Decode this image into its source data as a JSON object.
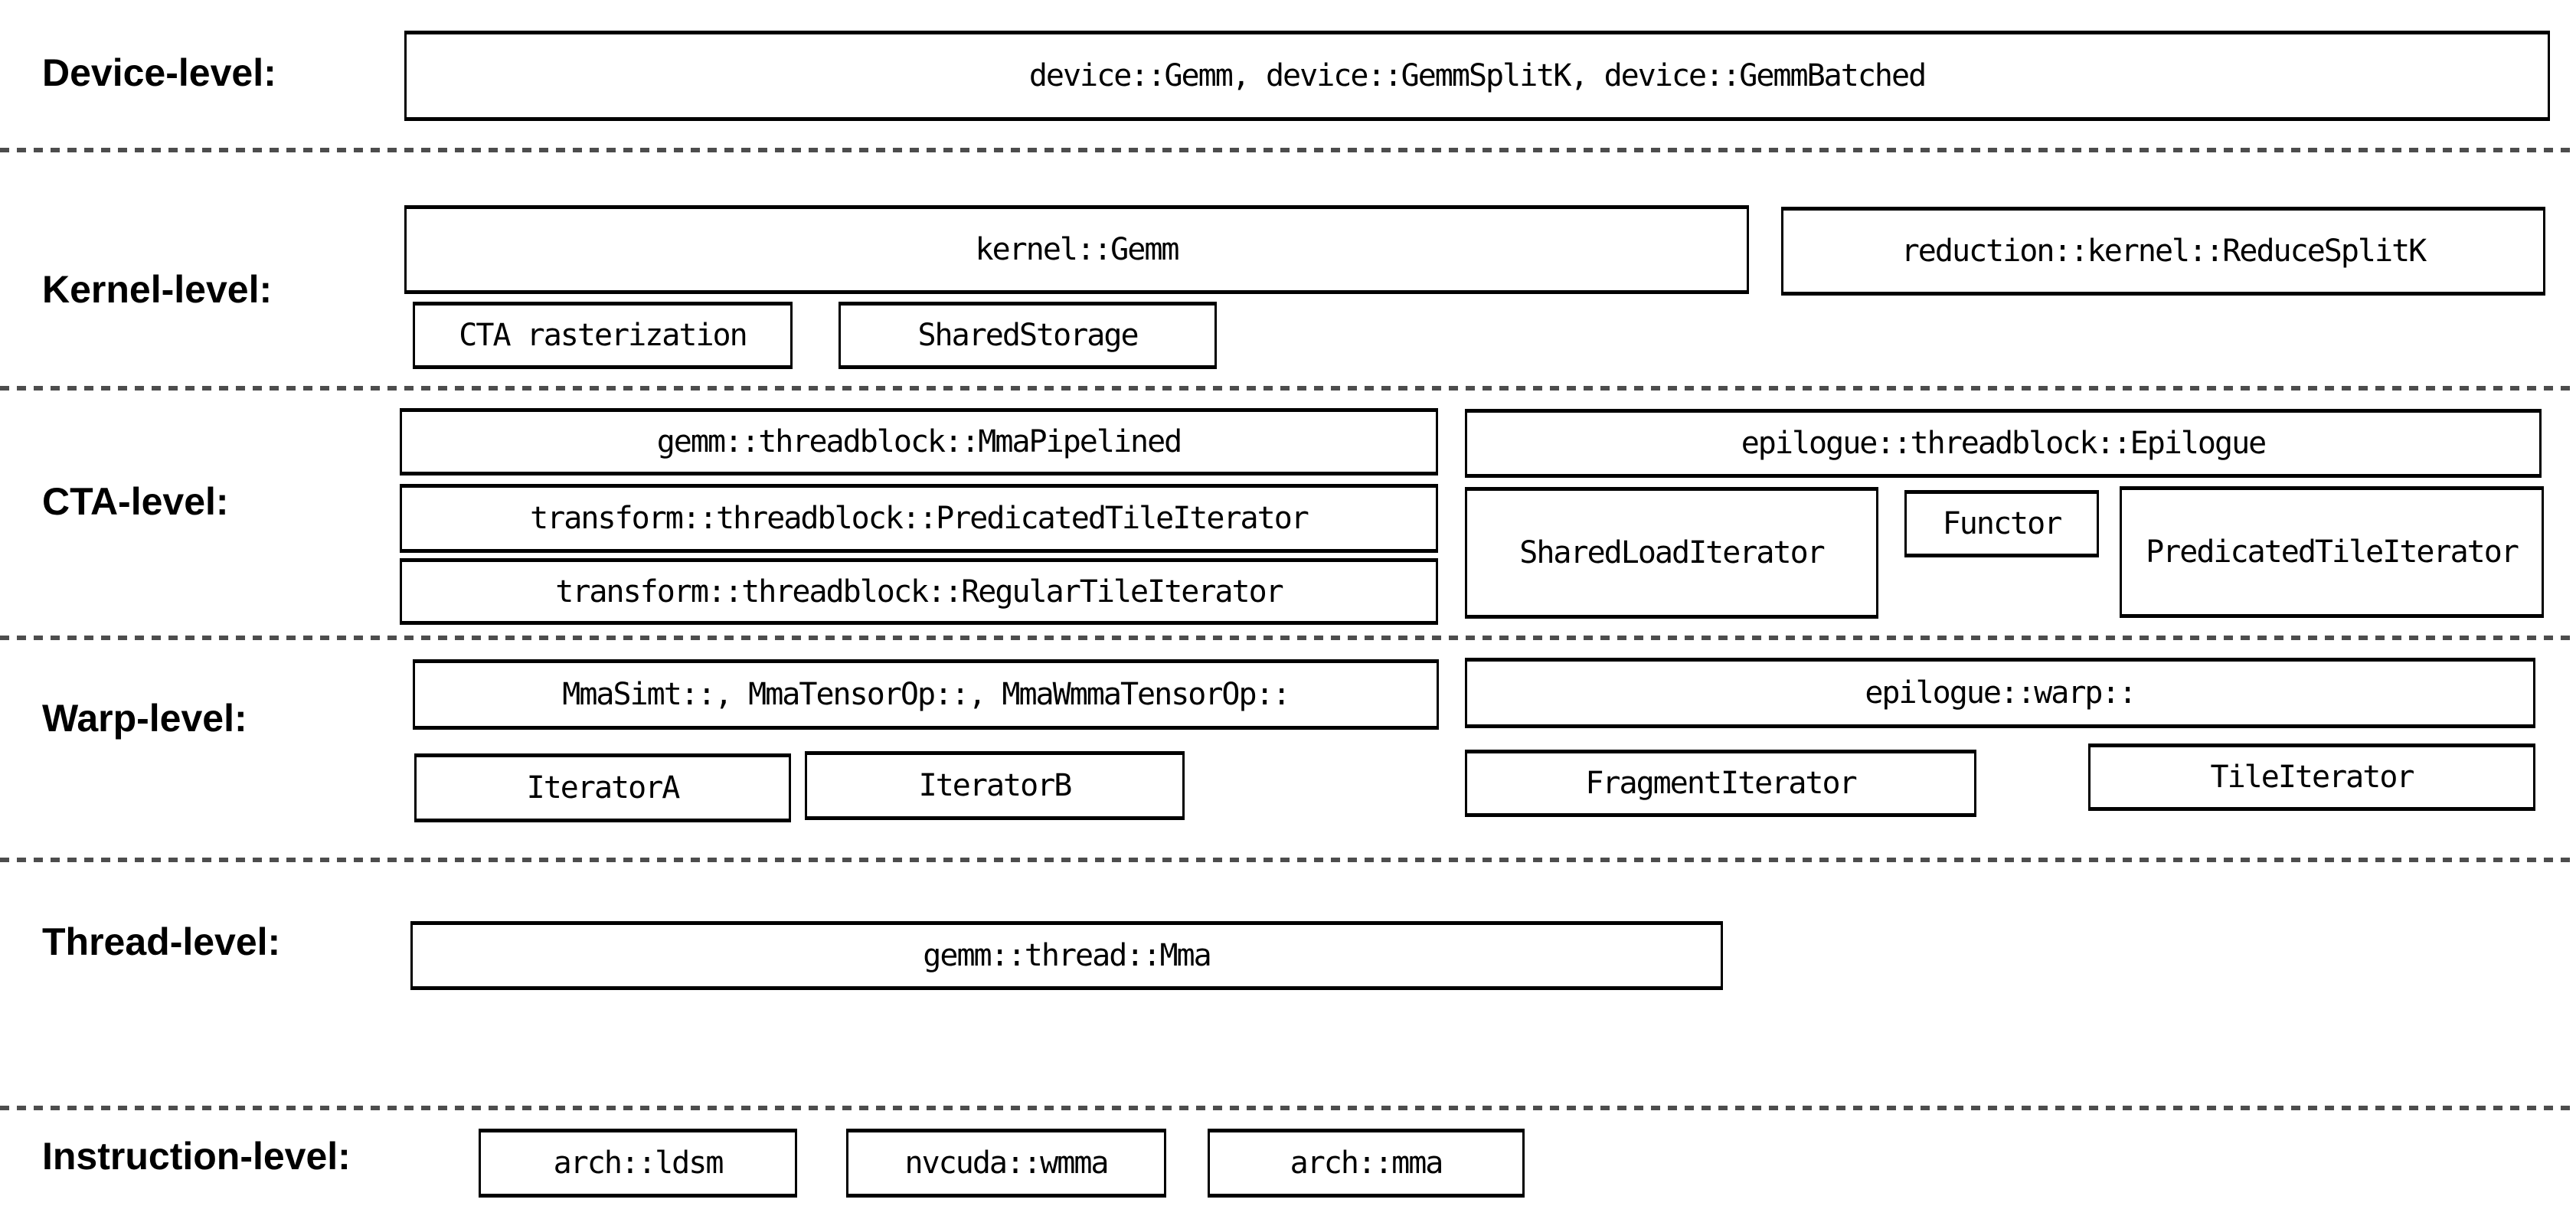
{
  "colors": {
    "background": "#ffffff",
    "box_border": "#000000",
    "text": "#000000",
    "separator_dash": "#4d4d4d"
  },
  "levels": [
    {
      "label": "Device-level:",
      "boxes": [
        {
          "label": "device::Gemm, device::GemmSplitK, device::GemmBatched"
        }
      ]
    },
    {
      "label": "Kernel-level:",
      "boxes": [
        {
          "label": "kernel::Gemm"
        },
        {
          "label": "reduction::kernel::ReduceSplitK"
        },
        {
          "label": "CTA rasterization"
        },
        {
          "label": "SharedStorage"
        }
      ]
    },
    {
      "label": "CTA-level:",
      "boxes": [
        {
          "label": "gemm::threadblock::MmaPipelined"
        },
        {
          "label": "epilogue::threadblock::Epilogue"
        },
        {
          "label": "transform::threadblock::PredicatedTileIterator"
        },
        {
          "label": "SharedLoadIterator"
        },
        {
          "label": "Functor"
        },
        {
          "label": "PredicatedTileIterator"
        },
        {
          "label": "transform::threadblock::RegularTileIterator"
        }
      ]
    },
    {
      "label": "Warp-level:",
      "boxes": [
        {
          "label": "MmaSimt::, MmaTensorOp::, MmaWmmaTensorOp::"
        },
        {
          "label": "epilogue::warp::"
        },
        {
          "label": "IteratorA"
        },
        {
          "label": "IteratorB"
        },
        {
          "label": "FragmentIterator"
        },
        {
          "label": "TileIterator"
        }
      ]
    },
    {
      "label": "Thread-level:",
      "boxes": [
        {
          "label": "gemm::thread::Mma"
        }
      ]
    },
    {
      "label": "Instruction-level:",
      "boxes": [
        {
          "label": "arch::ldsm"
        },
        {
          "label": "nvcuda::wmma"
        },
        {
          "label": "arch::mma"
        }
      ]
    }
  ]
}
